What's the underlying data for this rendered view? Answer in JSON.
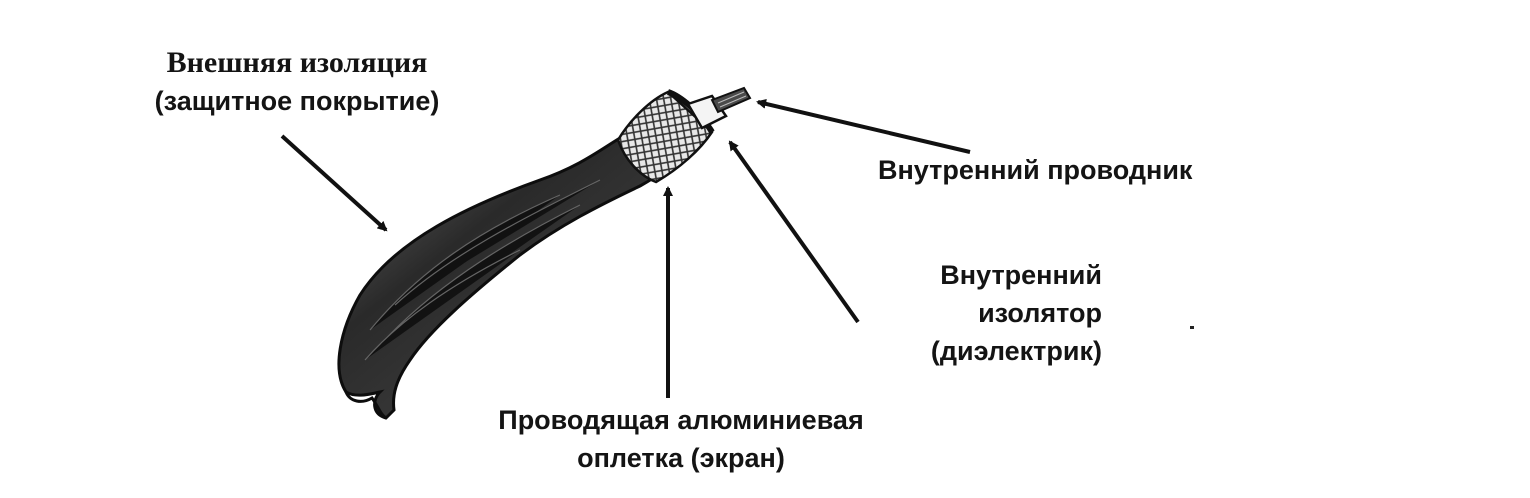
{
  "labels": {
    "outer_insulation": {
      "line1": "Внешняя изоляция",
      "line2": "(защитное покрытие)"
    },
    "inner_conductor": {
      "line1": "Внутренний проводник"
    },
    "inner_insulator": {
      "line1": "Внутренний",
      "line2": "изолятор",
      "line3": "(диэлектрик)"
    },
    "braid": {
      "line1": "Проводящая алюминиевая",
      "line2": "оплетка (экран)"
    }
  }
}
